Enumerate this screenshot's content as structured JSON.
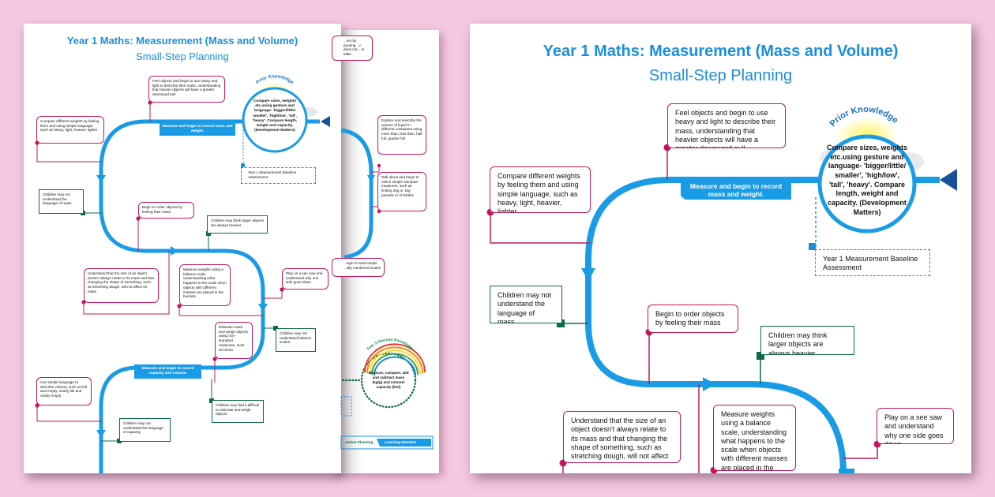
{
  "title": "Year 1 Maths: Measurement (Mass and Volume)",
  "subtitle": "Small-Step Planning",
  "prior": {
    "label": "Prior Knowledge",
    "text": "Compare sizes, weights etc.using gesture and language- 'bigger/little/ smaller', 'high/low', 'tall', 'heavy'. Compare length, weight and capacity. (Development Matters)"
  },
  "banner_mass": "Measure and begin to record mass and weight.",
  "banner_capacity": "Measure and begin to record capacity and volume.",
  "baseline": "Year 1 Measurement Baseline Assessment",
  "steps": {
    "feel": "Feel objects and begin to use heavy and light to describe their mass, understanding that heavier objects will have a greater downward pull",
    "compare": "Compare different weights by feeling them and using simple language, such as heavy, light, heavier, lighter",
    "order": "Begin to order objects by feeling their mass",
    "understand": "Understand that the size of an object doesn't always relate to its mass and that changing the shape of something, such as stretching dough, will not affect its mass",
    "measure": "Measure weights using a balance scale, understanding what happens to the scale when objects with different masses are placed in the buckets",
    "seesaw": "Play on a see saw and understand why one side goes down",
    "estimate": "Estimate mass and weigh objects using non-standard measures, such as bricks",
    "simple_lang": "Use simple language to describe volume, such as full and empty, nearly full and nearly empty"
  },
  "misconceptions": {
    "mass_lang": "Children may not understand the language of mass.",
    "larger": "Children may think larger objects are always heavier.",
    "balance": "Children may not understand balance scales.",
    "estimate": "Children may find it difficult to estimate and weigh objects",
    "capacity": "Children may not understand the language of capacity"
  },
  "back_page": {
    "pouring": "...ers by pouring ...t does not ...is taller.",
    "explore": "Explore and describe the volume of liquid in different containers using more than, less than, half full, quarter full",
    "talk": "Talk about and begin to notice simple standard measures, such as finding 20g or 1kg packets or 1l bottles.",
    "scales": "...egin to read simple, ...ally numbered scales",
    "horizon_label": "Year 3 Horizon Knowledge",
    "horizon_text": "Measure, compare, add and subtract mass (kg/g) and volume/ capacity (l/ml)",
    "legend_planning": "...ention Planning",
    "legend_intention": "Learning Intention"
  },
  "colors": {
    "track": "#1a9be6",
    "step": "#c2185b",
    "misconception": "#0b6b47",
    "background": "#f6c8e0"
  }
}
